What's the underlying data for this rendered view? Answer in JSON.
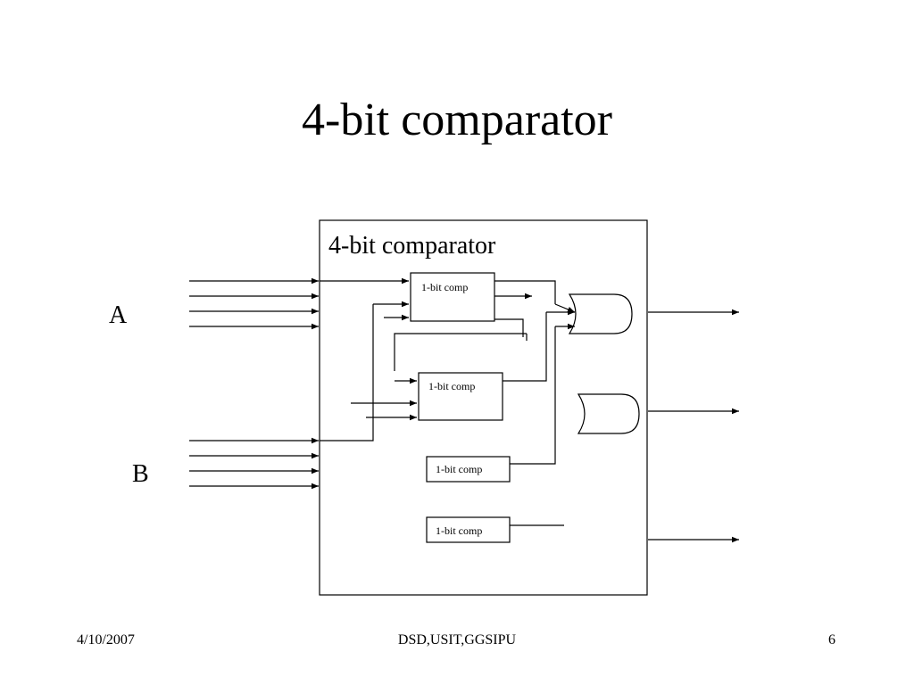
{
  "slide": {
    "title": "4-bit comparator"
  },
  "diagram": {
    "box_label": "4-bit comparator",
    "input_a_label": "A",
    "input_b_label": "B",
    "modules": [
      {
        "label": "1-bit comp"
      },
      {
        "label": "1-bit comp"
      },
      {
        "label": "1-bit comp"
      },
      {
        "label": "1-bit comp"
      }
    ]
  },
  "footer": {
    "date": "4/10/2007",
    "center": "DSD,USIT,GGSIPU",
    "page": "6"
  }
}
